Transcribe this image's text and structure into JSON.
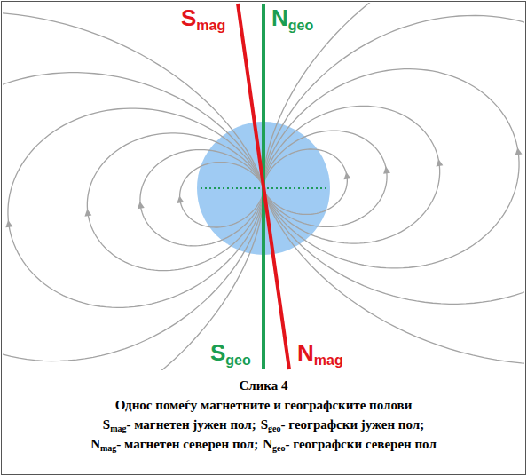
{
  "diagram": {
    "caption": "Слика 4",
    "labels": [
      "S",
      "mag",
      "N",
      "geo",
      "S",
      "geo",
      "N",
      "mag",
      "Однос помеѓу магнетните и географските полови",
      "S",
      "mag",
      "- магнетен јужен пол;",
      "S",
      "geo",
      "- географски јужен пол;",
      "N",
      "mag",
      "- магнетен северен пол;",
      "N",
      "geo",
      "- географски северен пол"
    ]
  }
}
